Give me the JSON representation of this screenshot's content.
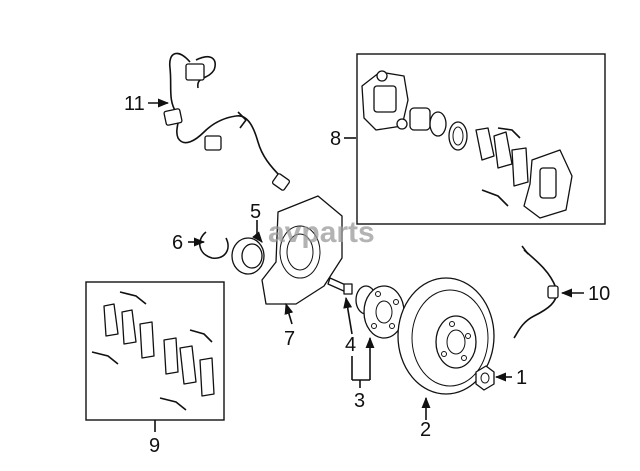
{
  "watermark": "avparts",
  "callouts": {
    "c1": "1",
    "c2": "2",
    "c3": "3",
    "c4": "4",
    "c5": "5",
    "c6": "6",
    "c7": "7",
    "c8": "8",
    "c9": "9",
    "c10": "10",
    "c11": "11"
  },
  "colors": {
    "line": "#111111",
    "background": "#ffffff",
    "watermark": "#9a9a9a"
  }
}
